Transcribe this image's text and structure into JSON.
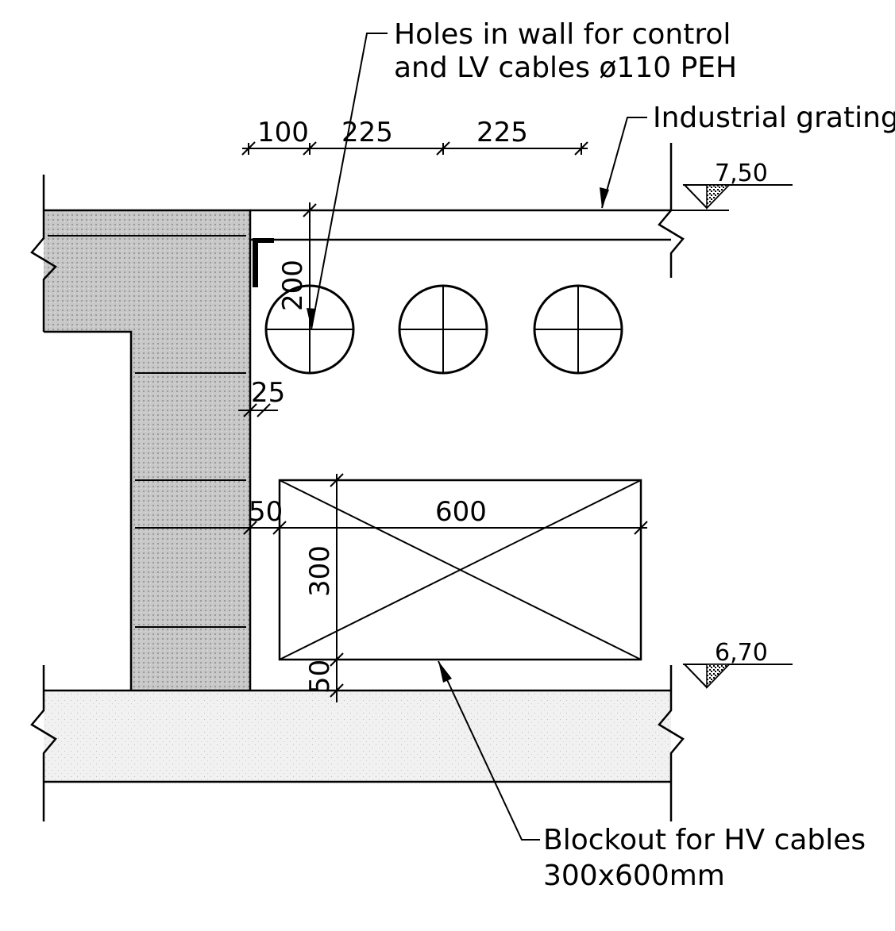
{
  "labels": {
    "holes_line1": "Holes in wall for control",
    "holes_line2": "and LV cables ø110 PEH",
    "grating": "Industrial grating",
    "blockout_line1": "Blockout for HV cables",
    "blockout_line2": "300x600mm"
  },
  "dimensions": {
    "d100": "100",
    "d225a": "225",
    "d225b": "225",
    "d200": "200",
    "d25": "25",
    "d50_side": "50",
    "d600": "600",
    "d300": "300",
    "d50_bottom": "50"
  },
  "levels": {
    "top": "7,50",
    "bottom": "6,70"
  },
  "colors": {
    "line": "#000000",
    "concrete_fill": "#cfcfcf",
    "slab_fill": "#f0f0f0"
  }
}
